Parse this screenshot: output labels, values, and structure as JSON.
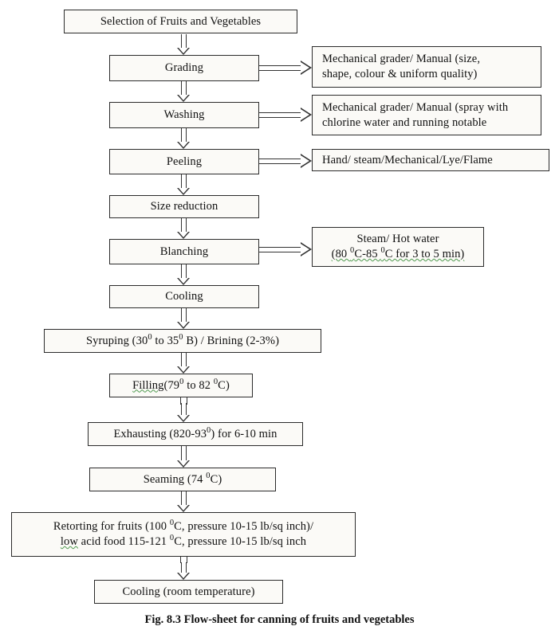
{
  "figure": {
    "caption": "Fig. 8.3 Flow-sheet for canning of fruits and vegetables",
    "background_color": "#ffffff",
    "box_fill_color": "#fbfaf7",
    "box_border_color": "#2b2b2b",
    "spellcheck_underline_color": "#4f9a4f"
  },
  "process_steps": [
    {
      "id": "selection",
      "label": "Selection of Fruits and Vegetables"
    },
    {
      "id": "grading",
      "label": "Grading"
    },
    {
      "id": "washing",
      "label": "Washing"
    },
    {
      "id": "peeling",
      "label": "Peeling"
    },
    {
      "id": "size-reduction",
      "label": "Size reduction"
    },
    {
      "id": "blanching",
      "label": "Blanching"
    },
    {
      "id": "cooling",
      "label": "Cooling"
    },
    {
      "id": "syruping",
      "label": "Syruping (300 to 350 B) / Brining (2-3%)"
    },
    {
      "id": "filling",
      "label": "Filling(790 to 82 0C)"
    },
    {
      "id": "exhausting",
      "label": "Exhausting (820-930) for 6-10 min"
    },
    {
      "id": "seaming",
      "label": "Seaming (74 0C)"
    },
    {
      "id": "retorting",
      "label": "Retorting for fruits (100 0C, pressure 10-15 lb/sq inch)/ low acid food 115-121 0C, pressure 10-15 lb/sq inch"
    },
    {
      "id": "cooling-room",
      "label": "Cooling (room temperature)"
    }
  ],
  "annotations": [
    {
      "id": "grading-note",
      "for": "grading",
      "line1": "Mechanical grader/ Manual (size,",
      "line2": "shape, colour & uniform quality)"
    },
    {
      "id": "washing-note",
      "for": "washing",
      "line1": "Mechanical grader/ Manual (spray with",
      "line2": "chlorine water and running notable"
    },
    {
      "id": "peeling-note",
      "for": "peeling",
      "line1": "Hand/ steam/Mechanical/Lye/Flame",
      "line2": ""
    },
    {
      "id": "blanching-note",
      "for": "blanching",
      "line1": "Steam/ Hot water",
      "line2": "(80 0C-85 0C for 3 to 5 min)"
    }
  ],
  "text_fragments": {
    "syruping_a": "Syruping (30",
    "syruping_b": " to 35",
    "syruping_c": " B) / Brining (2-3%)",
    "filling_word": "Filling",
    "filling_a": "(79",
    "filling_b": " to 82 ",
    "filling_c": "C)",
    "exhausting_a": "Exhausting (820-93",
    "exhausting_b": ") for 6-10 min",
    "seaming_a": "Seaming (74 ",
    "seaming_b": "C)",
    "retort_l1_a": "Retorting for fruits (100 ",
    "retort_l1_b": "C, pressure 10-15 lb/sq inch)/",
    "retort_l2_low": "low",
    "retort_l2_a": " acid food 115-121 ",
    "retort_l2_b": "C, pressure 10-15 lb/sq inch",
    "blanch_note_a": "(80 ",
    "blanch_note_b": "C-85 ",
    "blanch_note_c": "C for 3 to 5 min)",
    "degree": "0"
  }
}
